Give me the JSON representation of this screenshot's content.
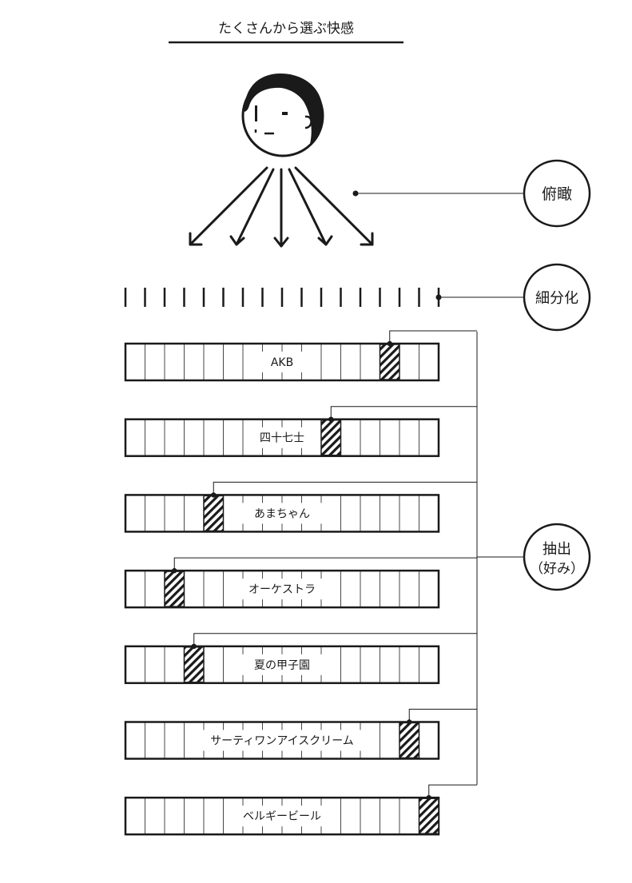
{
  "title": "たくさんから選ぶ快感",
  "callouts": {
    "overview": "俯瞰",
    "subdivide": "細分化",
    "extract_line1": "抽出",
    "extract_line2": "（好み）"
  },
  "rows": [
    {
      "label": "AKB",
      "selected_cell": 13
    },
    {
      "label": "四十七士",
      "selected_cell": 10
    },
    {
      "label": "あまちゃん",
      "selected_cell": 4
    },
    {
      "label": "オーケストラ",
      "selected_cell": 2
    },
    {
      "label": "夏の甲子園",
      "selected_cell": 3
    },
    {
      "label": "サーティワンアイスクリーム",
      "selected_cell": 14
    },
    {
      "label": "ベルギービール",
      "selected_cell": 15
    }
  ],
  "cells_per_row": 16,
  "tick_count": 17,
  "colors": {
    "ink": "#1a1a1a",
    "paper": "#ffffff"
  }
}
